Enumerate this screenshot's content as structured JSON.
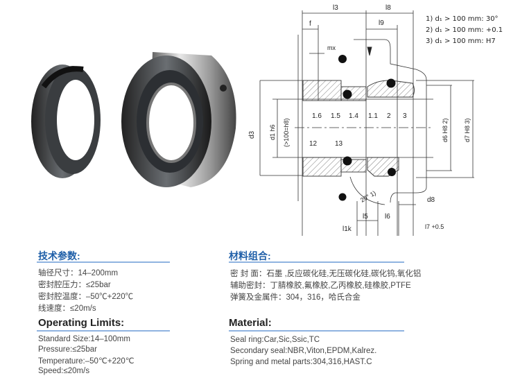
{
  "notes": [
    "1) d₁ > 100 mm: 30°",
    "2) d₁ > 100 mm: +0.1",
    "3) d₁ > 100 mm: H7"
  ],
  "diagram_labels": {
    "l3": "l3",
    "l8": "l8",
    "f": "f",
    "l9": "l9",
    "mx": "mx",
    "p16": "1.6",
    "p15": "1.5",
    "p14": "1.4",
    "p11": "1.1",
    "p2": "2",
    "p3": "3",
    "d3": "d3",
    "d1": "d1 h6",
    "d1b": "(>100=h8)",
    "p12": "12",
    "p13": "13",
    "d6": "d6 H8 2)",
    "d7": "d7 H8 3)",
    "angle": "20° 1)",
    "d8": "d8",
    "l5": "l5",
    "l6": "l6",
    "l1k": "l1k",
    "l7": "l7 +0.5"
  },
  "tech": {
    "title": "技术参数:",
    "lines": [
      "轴径尺寸：14–200mm",
      "密封腔压力：≤25bar",
      "密封腔温度：–50℃+220℃",
      "线速度：≤20m/s"
    ]
  },
  "limits": {
    "title": "Operating Limits:",
    "lines": [
      "Standard Size:14–100mm",
      "Pressure:≤25bar",
      "Temperature:–50℃+220℃",
      "Speed:≤20m/s"
    ]
  },
  "materials_cn": {
    "title": "材料组合:",
    "lines": [
      "密 封 面：石墨 ,反应碳化硅,无压碳化硅,碳化钨,氧化铝",
      "辅助密封：丁腈橡胶,氟橡胶,乙丙橡胶,硅橡胶,PTFE",
      "弹簧及金属件：304，316，哈氏合金"
    ]
  },
  "materials_en": {
    "title": "Material:",
    "lines": [
      "Seal ring:Car,Sic,Ssic,TC",
      "Secondary seal:NBR,Viton,EPDM,Kalrez.",
      "Spring and metal parts:304,316,HAST.C"
    ]
  },
  "colors": {
    "heading_blue": "#1f5fa8",
    "rule": "#8fb3e0"
  }
}
